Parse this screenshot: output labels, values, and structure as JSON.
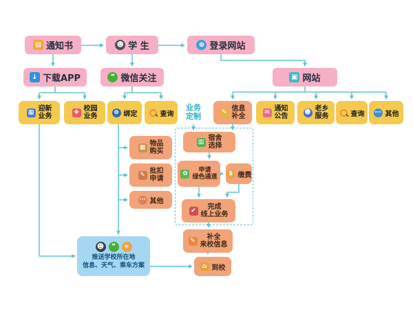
{
  "palette": {
    "pink": "#F7AFC6",
    "yellow": "#F5C94E",
    "salmon": "#F2A379",
    "teal": "#5FC4D2",
    "bluebox": "#A6D7F2",
    "bluetext": "#14527E",
    "tealtext": "#2FB0C6"
  },
  "nodes": {
    "notice_letter": {
      "label": "通知书",
      "icon": {
        "name": "document-icon",
        "glyph": "▤",
        "color": "#F0A63C"
      }
    },
    "student": {
      "label": "学 生",
      "icon": {
        "name": "student-icon",
        "glyph": "☻",
        "color": "#4A4E59"
      }
    },
    "login_site": {
      "label": "登录网站",
      "icon": {
        "name": "globe-icon",
        "glyph": "⊕",
        "color": "#3FA0DC"
      }
    },
    "download_app": {
      "label": "下载APP",
      "icon": {
        "name": "app-download-icon",
        "glyph": "↓",
        "color": "#2E93D8"
      }
    },
    "wechat_follow": {
      "label": "微信关注",
      "icon": {
        "name": "wechat-icon",
        "glyph": "❞",
        "color": "#43B134"
      }
    },
    "website": {
      "label": "网站",
      "icon": {
        "name": "monitor-icon",
        "glyph": "▣",
        "color": "#43B7CB"
      }
    },
    "welcome_service": {
      "line1": "迎新",
      "line2": "业务",
      "icon": {
        "name": "grid-icon",
        "glyph": "▦",
        "color": "#3F7FD6"
      }
    },
    "campus_service": {
      "line1": "校园",
      "line2": "业务",
      "icon": {
        "name": "campus-icon",
        "glyph": "❖",
        "color": "#E8596A"
      }
    },
    "bind": {
      "label": "绑定",
      "icon": {
        "name": "globe-link-icon",
        "glyph": "⊕",
        "color": "#2B6FB0"
      }
    },
    "query_wechat": {
      "label": "查询",
      "icon": {
        "name": "search-icon"
      }
    },
    "biz_custom": {
      "line1": "业务",
      "line2": "定制"
    },
    "info_complete": {
      "line1": "信息",
      "line2": "补全",
      "icon": {
        "name": "pencil-icon",
        "glyph": "✎",
        "color": "#E8B43C"
      }
    },
    "notice_board": {
      "line1": "通知",
      "line2": "公告",
      "icon": {
        "name": "envelope-icon",
        "glyph": "✉",
        "color": "#E86A8A"
      }
    },
    "hometown_service": {
      "line1": "老乡",
      "line2": "服务",
      "icon": {
        "name": "people-icon",
        "glyph": "☻",
        "color": "#3F6FD0"
      }
    },
    "query_site": {
      "label": "查询",
      "icon": {
        "name": "search-icon"
      }
    },
    "other_site": {
      "label": "其他",
      "icon": {
        "name": "ellipsis-icon",
        "glyph": "⋯",
        "color": "#3D8FD6"
      }
    },
    "goods_purchase": {
      "line1": "物品",
      "line2": "购买",
      "icon": {
        "name": "package-icon",
        "glyph": "▦",
        "color": "#C9924F"
      }
    },
    "batch_deduct": {
      "line1": "批扣",
      "line2": "申请",
      "icon": {
        "name": "hand-pen-icon",
        "glyph": "✎",
        "color": "#D07A4A"
      }
    },
    "other_wechat": {
      "label": "其他",
      "icon": {
        "name": "ellipsis-icon",
        "glyph": "⋯",
        "color": "#E08050"
      }
    },
    "dorm_select": {
      "line1": "宿舍",
      "line2": "选择",
      "icon": {
        "name": "locker-icon",
        "glyph": "▥",
        "color": "#55B055"
      }
    },
    "green_channel": {
      "line1": "申请",
      "line2": "绿色通道",
      "icon": {
        "name": "leaf-icon",
        "glyph": "✿",
        "color": "#57B84A"
      }
    },
    "pay": {
      "label": "缴费",
      "icon": {
        "name": "money-bag-icon",
        "glyph": "$",
        "color": "#E8A23C"
      }
    },
    "finish_online": {
      "line1": "完成",
      "line2": "线上业务",
      "icon": {
        "name": "complete-icon",
        "glyph": "✔",
        "color": "#D05050"
      }
    },
    "fill_arrival": {
      "line1": "补全",
      "line2": "来校信息",
      "icon": {
        "name": "pencil-icon",
        "glyph": "✎",
        "color": "#E8883C"
      }
    },
    "arrive_school": {
      "label": "到校",
      "icon": {
        "name": "school-icon",
        "glyph": "⌂",
        "color": "#E8A23C"
      }
    },
    "push_info": {
      "line1": "推送学校所在地",
      "line2": "信息、天气、乘车方案",
      "icons": [
        {
          "name": "renren-icon",
          "glyph": "☻",
          "color": "#3B3F4A"
        },
        {
          "name": "wechat-icon",
          "glyph": "❞",
          "color": "#45B035"
        },
        {
          "name": "weather-icon",
          "glyph": "☀",
          "color": "#F0A03C"
        }
      ]
    }
  },
  "edges": [
    [
      "notice_letter",
      "student"
    ],
    [
      "student",
      "login_site"
    ],
    [
      "notice_letter",
      "download_app"
    ],
    [
      "student",
      "wechat_follow"
    ],
    [
      "login_site",
      "website"
    ],
    [
      "download_app",
      "welcome_service"
    ],
    [
      "download_app",
      "campus_service"
    ],
    [
      "wechat_follow",
      "bind"
    ],
    [
      "wechat_follow",
      "query_wechat"
    ],
    [
      "website",
      "info_complete"
    ],
    [
      "website",
      "notice_board"
    ],
    [
      "website",
      "hometown_service"
    ],
    [
      "website",
      "query_site"
    ],
    [
      "website",
      "other_site"
    ],
    [
      "biz_custom",
      "dorm_select"
    ],
    [
      "info_complete",
      "dorm_select"
    ],
    [
      "dorm_select",
      "green_channel"
    ],
    [
      "green_channel",
      "pay"
    ],
    [
      "green_channel",
      "finish_online"
    ],
    [
      "pay",
      "finish_online"
    ],
    [
      "finish_online",
      "fill_arrival"
    ],
    [
      "fill_arrival",
      "arrive_school"
    ],
    [
      "bind",
      "goods_purchase"
    ],
    [
      "bind",
      "batch_deduct"
    ],
    [
      "bind",
      "other_wechat"
    ],
    [
      "bind",
      "push_info"
    ],
    [
      "welcome_service",
      "push_info"
    ],
    [
      "push_info",
      "arrive_school"
    ]
  ]
}
